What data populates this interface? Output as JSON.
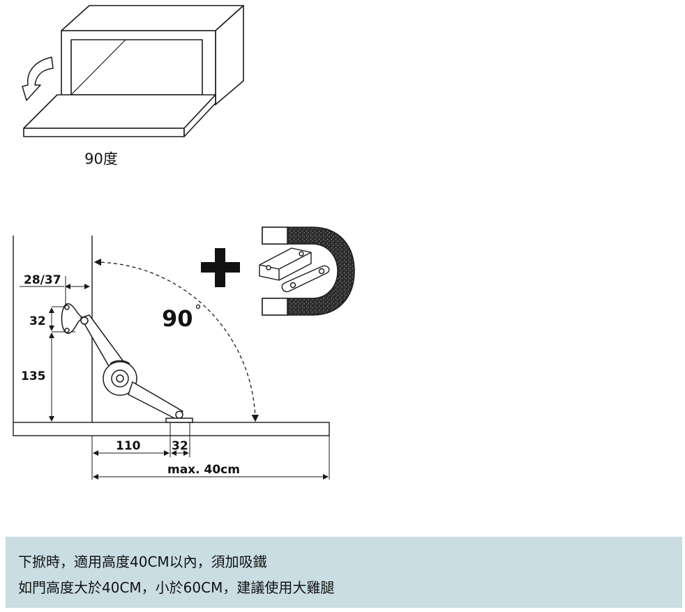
{
  "figure_top": {
    "caption": "90度"
  },
  "figure_bottom": {
    "labels": {
      "offset": "28/37",
      "top_height": "32",
      "body_height": "135",
      "angle": "90",
      "angle_unit": "°",
      "horizontal_a": "110",
      "horizontal_b": "32",
      "max_width": "max. 40cm"
    },
    "icons": [
      "plus-icon",
      "magnet-icon",
      "hinge-hardware-icon"
    ]
  },
  "note": {
    "line1": "下掀時，適用高度40CM以內，須加吸鐵",
    "line2": "如門高度大於40CM，小於60CM，建議使用大雞腿"
  },
  "colors": {
    "panel_bg": "#c9dde3",
    "line": "#1a1a1a",
    "magnet_fill": "#333333"
  }
}
